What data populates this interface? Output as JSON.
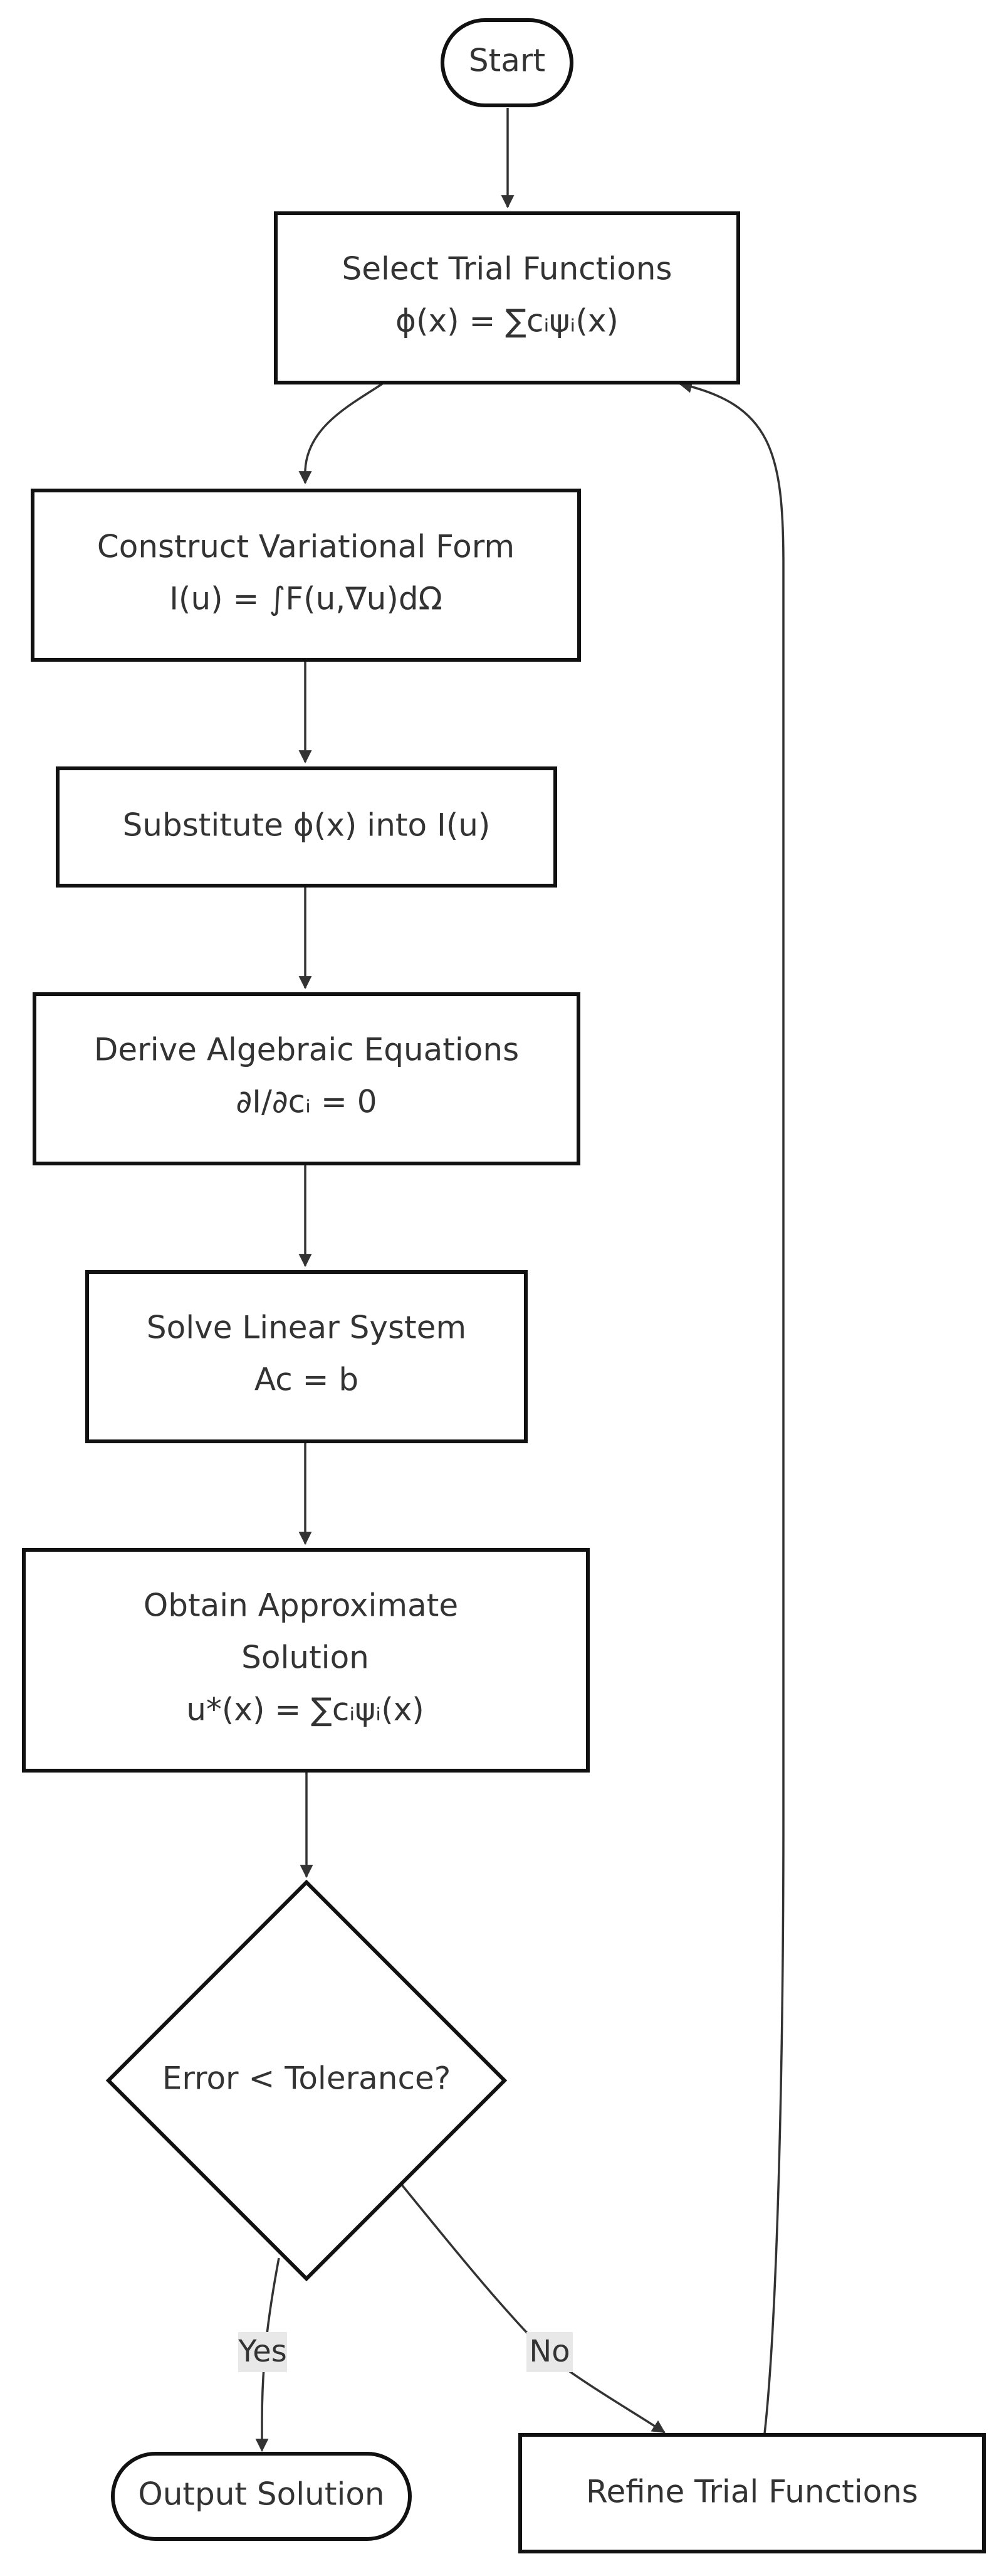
{
  "nodes": {
    "start": {
      "lines": [
        "Start"
      ]
    },
    "select": {
      "lines": [
        "Select Trial Functions",
        "ϕ(x) = ∑cᵢψᵢ(x)"
      ]
    },
    "construct": {
      "lines": [
        "Construct Variational Form",
        "I(u) = ∫F(u,∇u)dΩ"
      ]
    },
    "substitute": {
      "lines": [
        "Substitute ϕ(x) into I(u)"
      ]
    },
    "derive": {
      "lines": [
        "Derive Algebraic Equations",
        "∂I/∂cᵢ = 0"
      ]
    },
    "solve": {
      "lines": [
        "Solve Linear System",
        "Ac = b"
      ]
    },
    "obtain": {
      "lines": [
        "Obtain Approximate",
        "Solution",
        "u*(x) = ∑cᵢψᵢ(x)"
      ]
    },
    "decision": {
      "lines": [
        "Error < Tolerance?"
      ]
    },
    "output": {
      "lines": [
        "Output Solution"
      ]
    },
    "refine": {
      "lines": [
        "Refine Trial Functions"
      ]
    }
  },
  "edge_labels": {
    "yes": "Yes",
    "no": "No"
  },
  "colors": {
    "node_fill": "#ffffff",
    "node_stroke": "#111111",
    "edge": "#333333",
    "text": "#333333",
    "label_background": "#e8e8e8"
  }
}
